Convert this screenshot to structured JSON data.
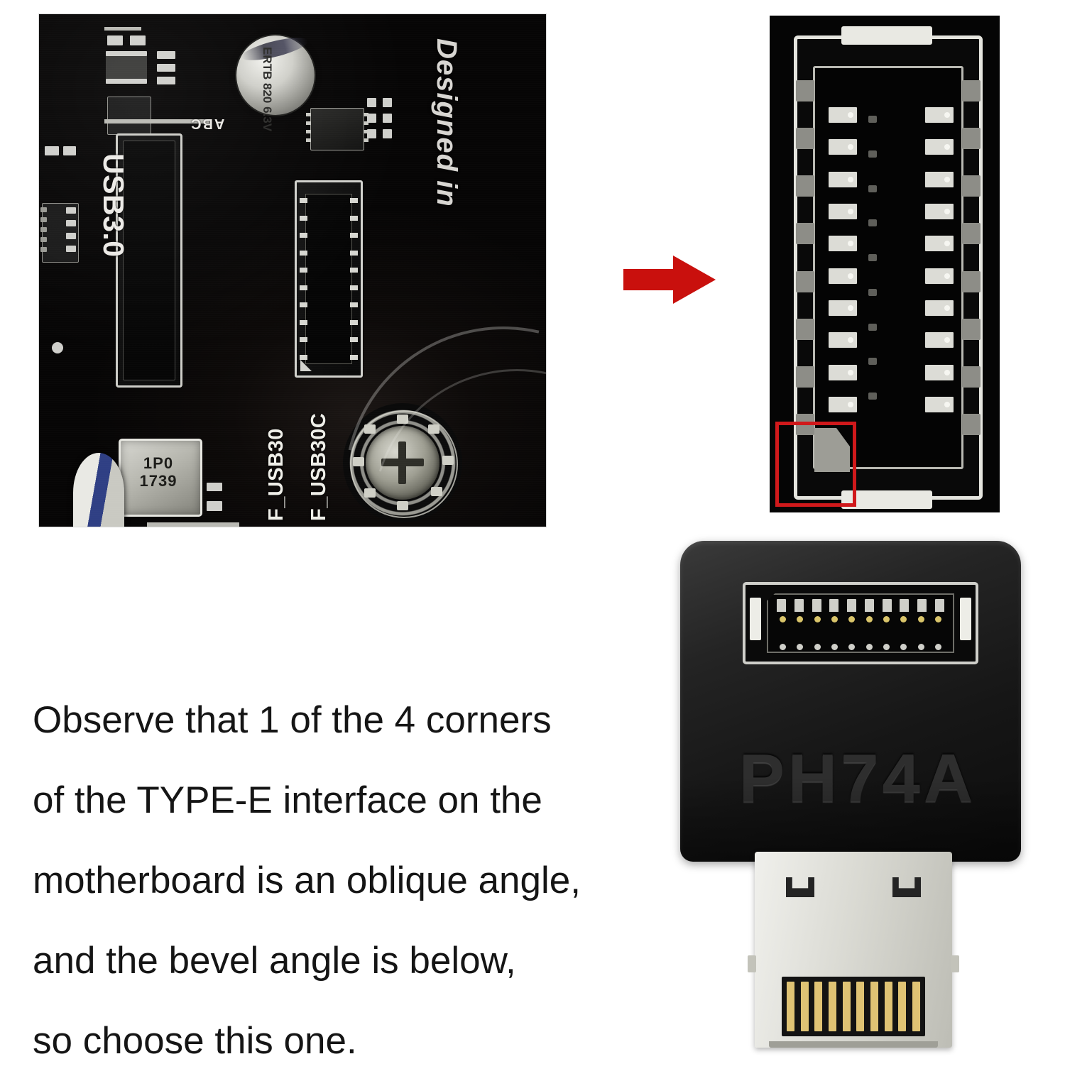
{
  "motherboard_photo": {
    "silkscreen": {
      "usb3_header": "USB3.0",
      "abc_mark": "ABC",
      "front_usb30": "F_USB30",
      "front_usb30c": "F_USB30C",
      "designed_in": "Designed in"
    },
    "components": {
      "capacitor_marking": "ERTB\n6.3V\n820",
      "inductor_line1": "1P0",
      "inductor_line2": "1739"
    }
  },
  "arrow": {
    "direction": "right",
    "color": "#c9100d"
  },
  "header_closeup": {
    "highlight_color": "#d0191b",
    "highlight_label": "beveled-corner"
  },
  "adapter": {
    "model_label": "PH74A",
    "body_color": "#1a1a1a",
    "plug_color": "#dcdcd4",
    "contact_color": "#dfc374"
  },
  "caption": {
    "line1": "Observe that 1 of the 4 corners",
    "line2": "of the TYPE-E interface on the",
    "line3": "motherboard is an oblique angle,",
    "line4": "and the bevel angle is below,",
    "line5": "so choose this one."
  }
}
